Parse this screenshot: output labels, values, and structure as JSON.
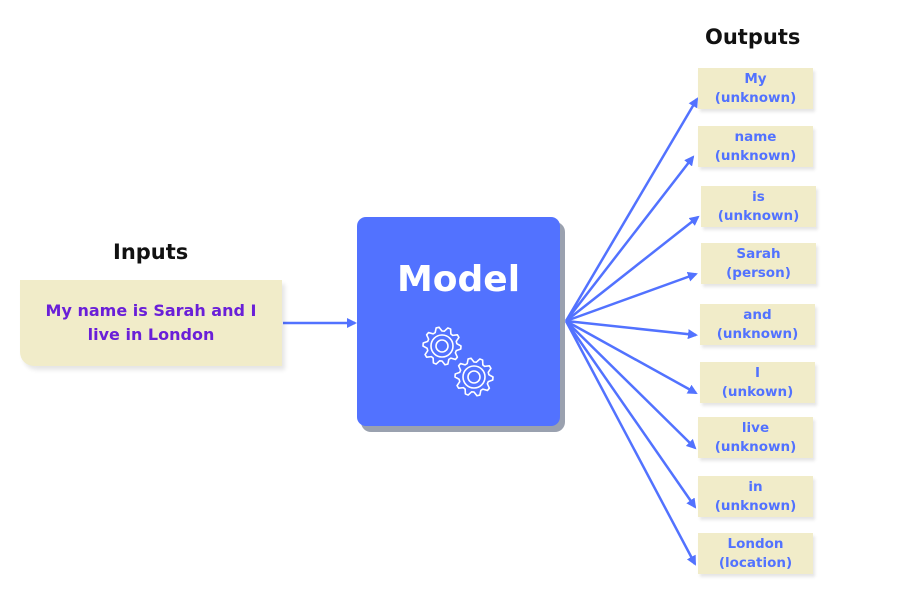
{
  "inputs": {
    "heading": "Inputs",
    "text": "My name is Sarah and I live in London"
  },
  "model": {
    "title": "Model",
    "icon": "gears-icon"
  },
  "outputs": {
    "heading": "Outputs",
    "items": [
      {
        "token": "My",
        "label": "(unknown)"
      },
      {
        "token": "name",
        "label": "(unknown)"
      },
      {
        "token": "is",
        "label": "(unknown)"
      },
      {
        "token": "Sarah",
        "label": "(person)"
      },
      {
        "token": "and",
        "label": "(unknown)"
      },
      {
        "token": "I",
        "label": "(unkown)"
      },
      {
        "token": "live",
        "label": "(unknown)"
      },
      {
        "token": "in",
        "label": "(unknown)"
      },
      {
        "token": "London",
        "label": "(location)"
      }
    ]
  },
  "colors": {
    "accent": "#5272ff",
    "note_background": "#f1ecc9",
    "input_text": "#6a1fd8"
  }
}
